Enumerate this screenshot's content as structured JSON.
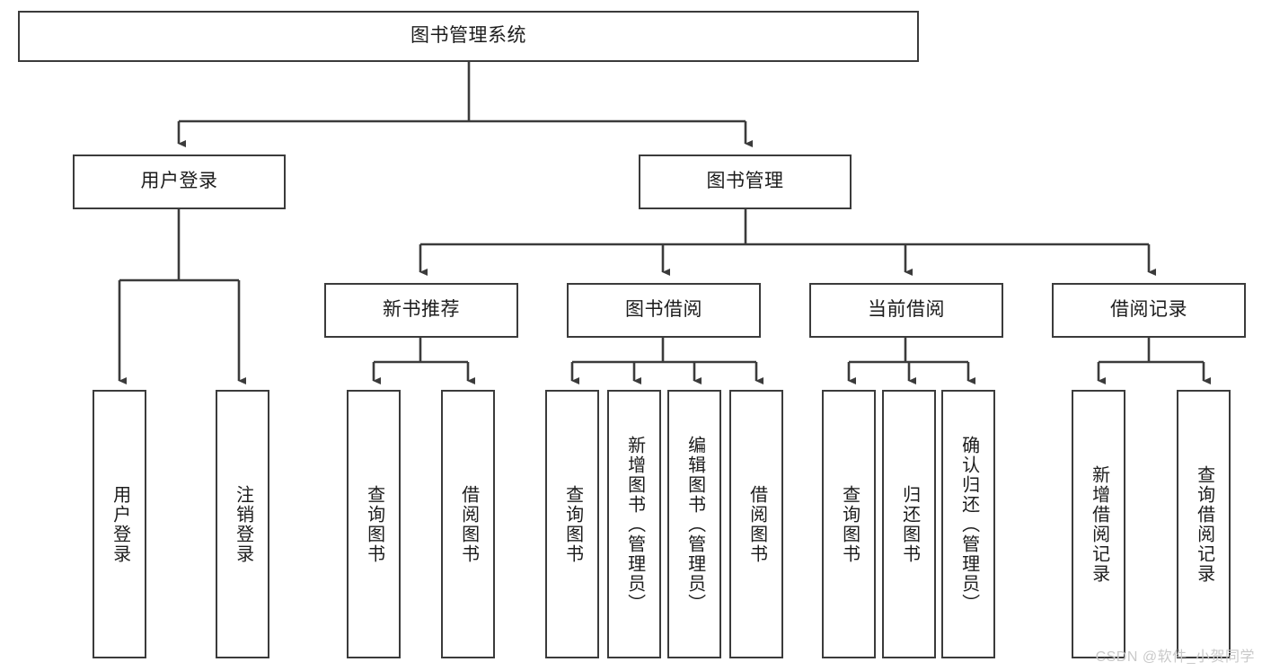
{
  "diagram": {
    "type": "tree",
    "title": "图书管理系统",
    "root": {
      "label": "图书管理系统"
    },
    "level2": [
      {
        "label": "用户登录"
      },
      {
        "label": "图书管理"
      }
    ],
    "level3": [
      {
        "label": "新书推荐"
      },
      {
        "label": "图书借阅"
      },
      {
        "label": "当前借阅"
      },
      {
        "label": "借阅记录"
      }
    ],
    "leaves": {
      "user_login": [
        {
          "label": "用户登录"
        },
        {
          "label": "注销登录"
        }
      ],
      "new_book_recommend": [
        {
          "label": "查询图书"
        },
        {
          "label": "借阅图书"
        }
      ],
      "book_borrow": [
        {
          "label": "查询图书"
        },
        {
          "label": "新增图书（管理员）"
        },
        {
          "label": "编辑图书（管理员）"
        },
        {
          "label": "借阅图书"
        }
      ],
      "current_borrow": [
        {
          "label": "查询图书"
        },
        {
          "label": "归还图书"
        },
        {
          "label": "确认归还（管理员）"
        }
      ],
      "borrow_record": [
        {
          "label": "新增借阅记录"
        },
        {
          "label": "查询借阅记录"
        }
      ]
    }
  },
  "watermark": {
    "text": "CSDN @软件_小贺同学"
  },
  "colors": {
    "border": "#3b3b3b",
    "text": "#1c1c1c",
    "background": "#ffffff",
    "watermark": "#c9c9c9"
  }
}
